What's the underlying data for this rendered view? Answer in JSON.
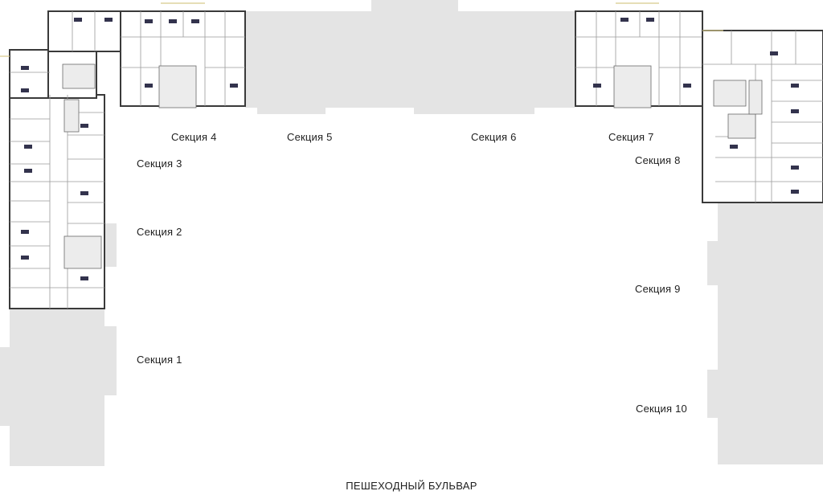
{
  "colors": {
    "wall": "#3a3a3a",
    "grey_block": "#e4e4e4",
    "core": "#ececec",
    "room_line": "#9a9a9a",
    "badge": "#33334d",
    "facade_accent": "#d8c98a"
  },
  "sections": [
    {
      "id": "1",
      "label": "Секция 1"
    },
    {
      "id": "2",
      "label": "Секция 2"
    },
    {
      "id": "3",
      "label": "Секция 3"
    },
    {
      "id": "4",
      "label": "Секция 4"
    },
    {
      "id": "5",
      "label": "Секция 5"
    },
    {
      "id": "6",
      "label": "Секция 6"
    },
    {
      "id": "7",
      "label": "Секция 7"
    },
    {
      "id": "8",
      "label": "Секция 8"
    },
    {
      "id": "9",
      "label": "Секция 9"
    },
    {
      "id": "10",
      "label": "Секция 10"
    }
  ],
  "street": "ПЕШЕХОДНЫЙ БУЛЬВАР"
}
